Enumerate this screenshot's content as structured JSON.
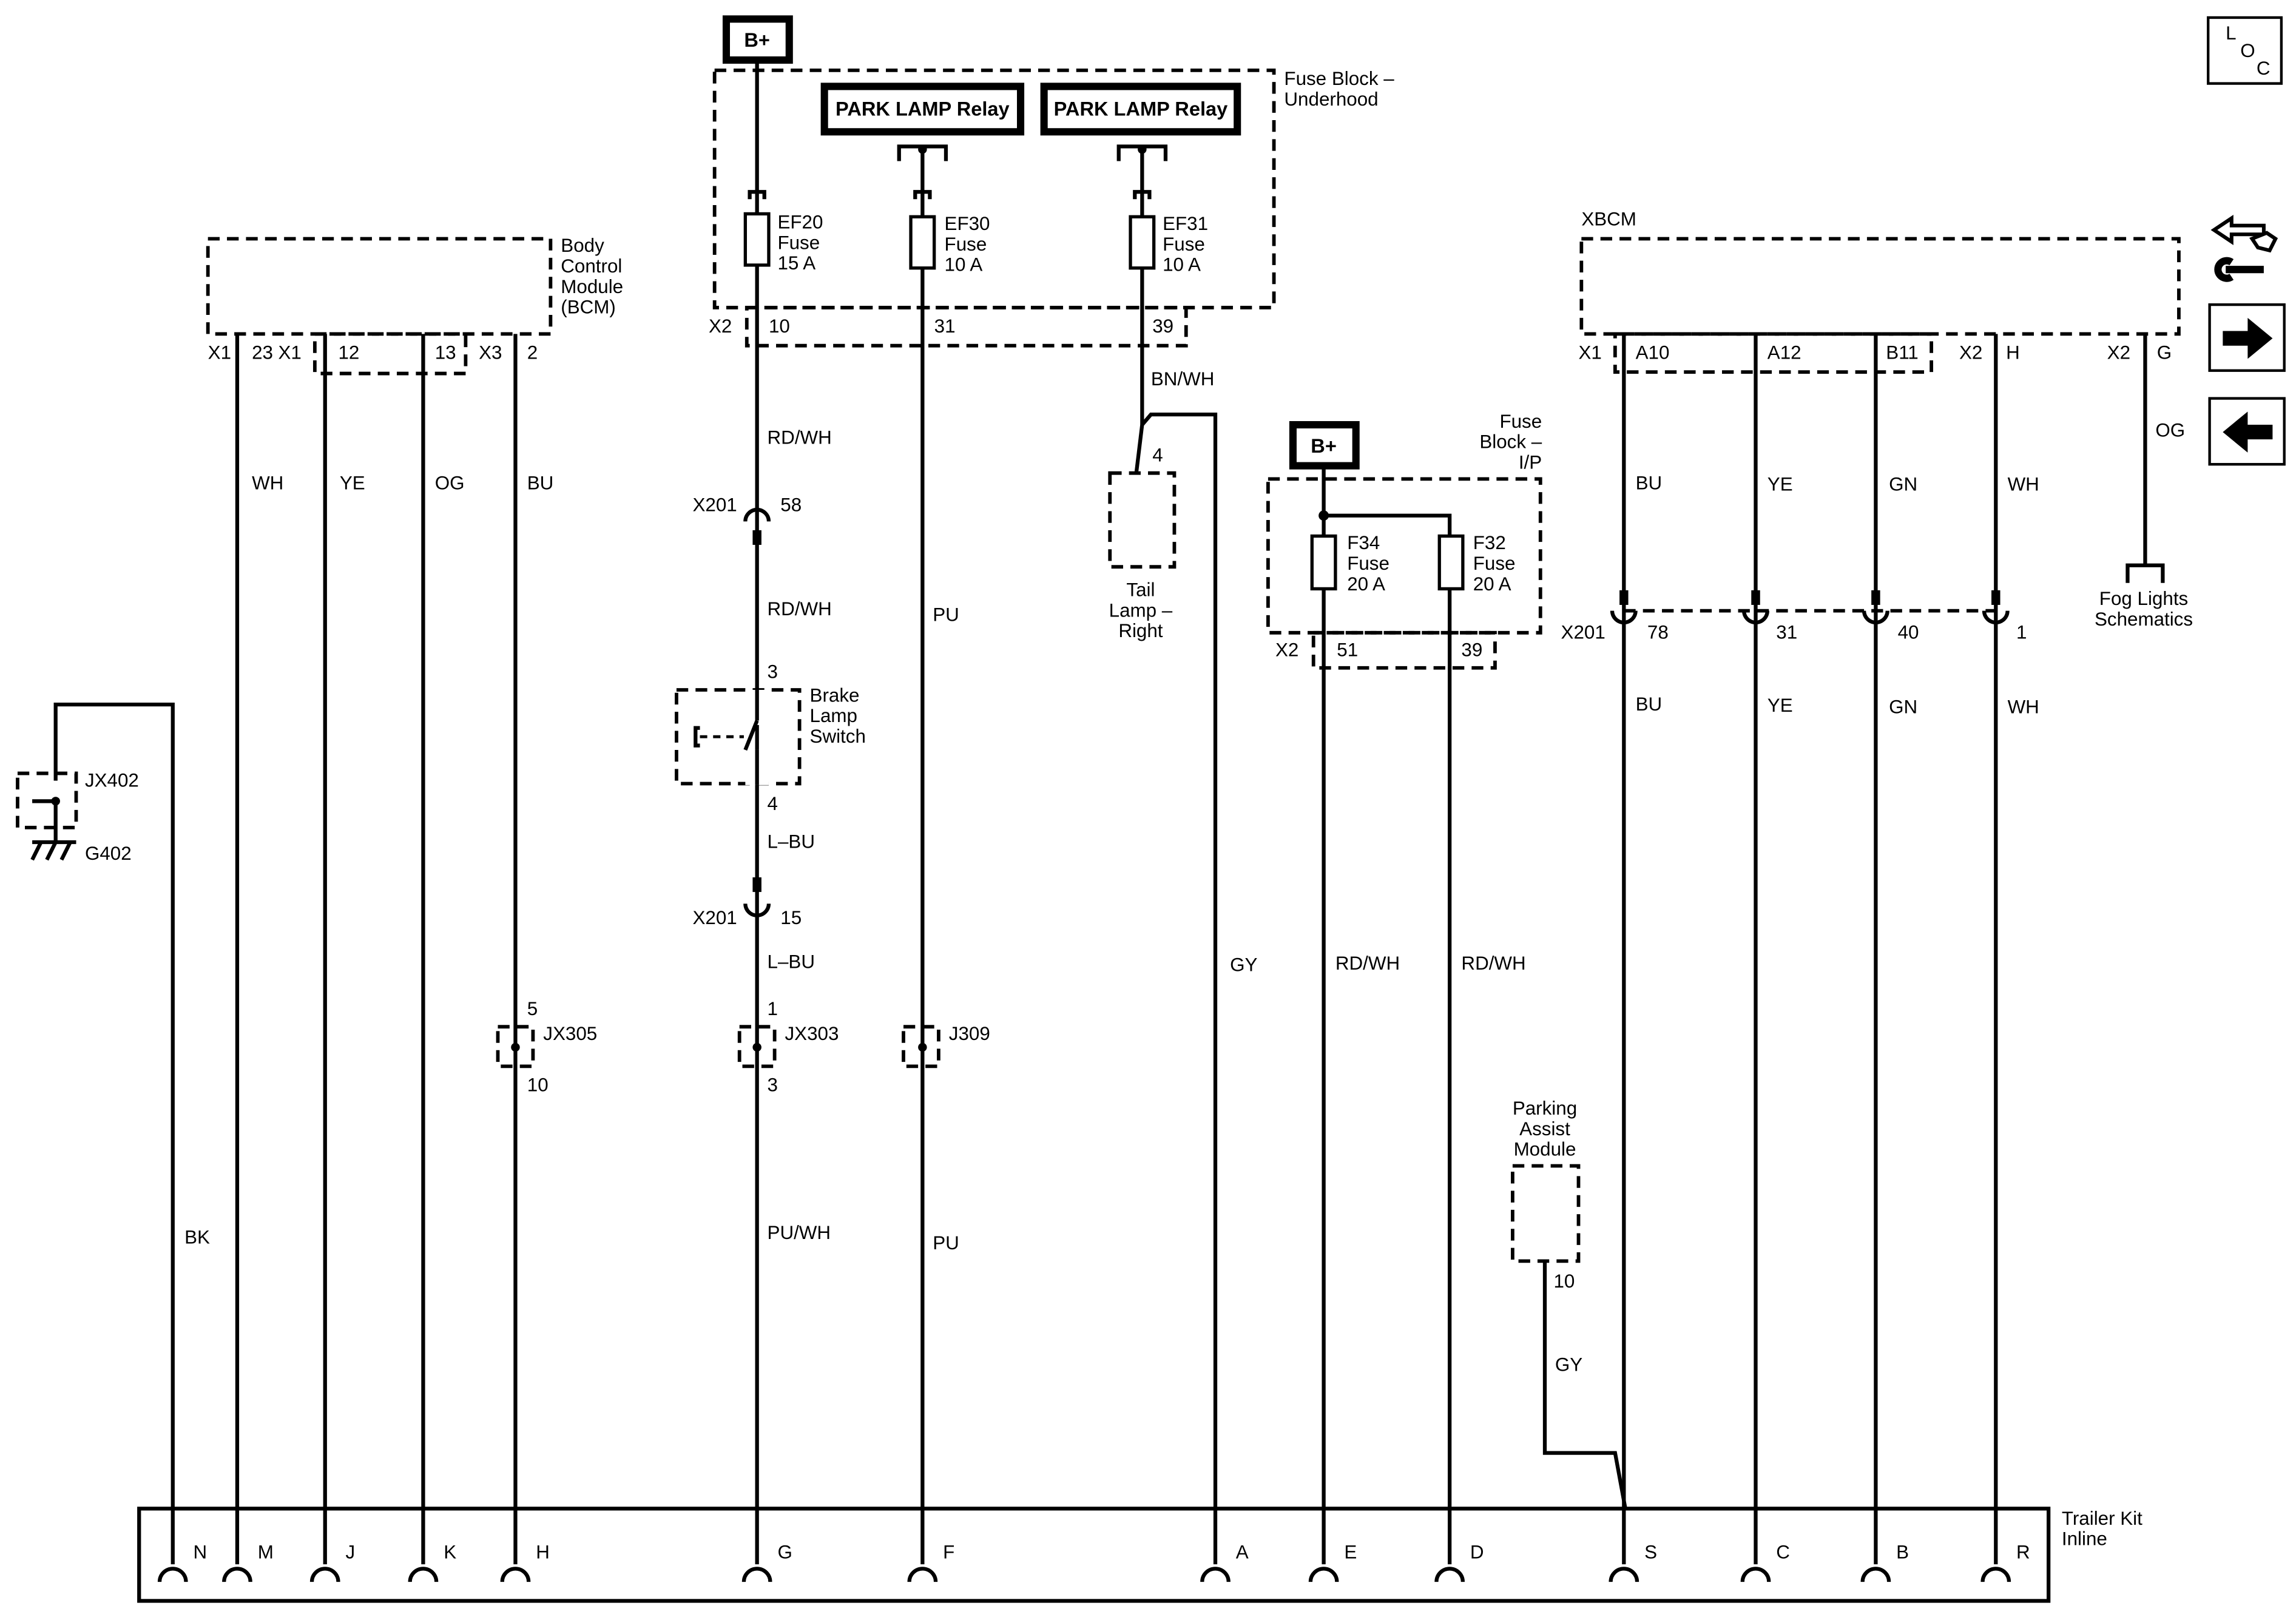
{
  "components": {
    "bplus": "B+",
    "park_lamp_relay": "PARK LAMP Relay",
    "fuse_block_underhood": [
      "Fuse Block –",
      "Underhood"
    ],
    "bcm": [
      "Body",
      "Control",
      "Module",
      "(BCM)"
    ],
    "xbcm": "XBCM",
    "fuse_block_ip": [
      "Fuse",
      "Block –",
      "I/P"
    ],
    "tail_lamp_right": [
      "Tail",
      "Lamp –",
      "Right"
    ],
    "brake_lamp_switch": [
      "Brake",
      "Lamp",
      "Switch"
    ],
    "parking_assist_module": [
      "Parking",
      "Assist",
      "Module"
    ],
    "fog_lights": [
      "Fog Lights",
      "Schematics"
    ],
    "trailer_kit": [
      "Trailer Kit",
      "Inline"
    ]
  },
  "fuses": [
    {
      "name": "EF20",
      "type": "Fuse",
      "rating": "15 A"
    },
    {
      "name": "EF30",
      "type": "Fuse",
      "rating": "10 A"
    },
    {
      "name": "EF31",
      "type": "Fuse",
      "rating": "10 A"
    },
    {
      "name": "F34",
      "type": "Fuse",
      "rating": "20 A"
    },
    {
      "name": "F32",
      "type": "Fuse",
      "rating": "20 A"
    }
  ],
  "connectors": {
    "x1": "X1",
    "x2": "X2",
    "x3": "X3",
    "x201": "X201",
    "jx402": "JX402",
    "g402": "G402",
    "jx305": "JX305",
    "jx303": "JX303",
    "j309": "J309"
  },
  "pins": {
    "bcm": [
      "23",
      "12",
      "13",
      "2"
    ],
    "fuse_block_uh": [
      "10",
      "31",
      "39"
    ],
    "x201_a": "58",
    "x201_b": "15",
    "brake_in": "3",
    "brake_out": "4",
    "tail": "4",
    "fuse_ip": [
      "51",
      "39"
    ],
    "xbcm": [
      "A10",
      "A12",
      "B11",
      "H",
      "G"
    ],
    "x201_c": [
      "78",
      "31",
      "40",
      "1"
    ],
    "jx305": [
      "5",
      "10"
    ],
    "jx303": [
      "1",
      "3"
    ],
    "pam": "10"
  },
  "wires": {
    "wh": "WH",
    "ye": "YE",
    "og": "OG",
    "bu": "BU",
    "bk": "BK",
    "rdwh": "RD/WH",
    "pu": "PU",
    "bnwh": "BN/WH",
    "gy": "GY",
    "lbu": "L–BU",
    "puwh": "PU/WH",
    "gn": "GN"
  },
  "trailer_pins": [
    "N",
    "M",
    "J",
    "K",
    "H",
    "G",
    "F",
    "A",
    "E",
    "D",
    "S",
    "C",
    "B",
    "R"
  ],
  "loc": [
    "L",
    "O",
    "C"
  ],
  "nav_icons": [
    "connector-views-icon",
    "next-page-arrow-icon",
    "previous-page-arrow-icon"
  ]
}
